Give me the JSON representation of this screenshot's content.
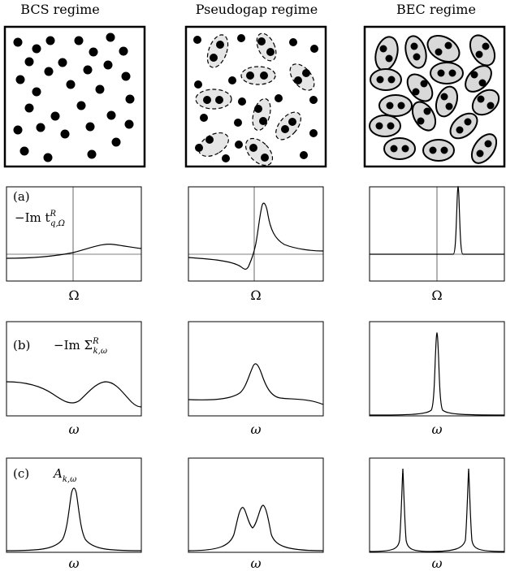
{
  "titles": [
    "BCS regime",
    "Pseudogap regime",
    "BEC regime"
  ],
  "row_labels": {
    "a": "(a)",
    "a_expr": "−Im t",
    "a_sup": "R",
    "a_sub": "q,Ω",
    "b": "(b)",
    "b_expr": "−Im Σ",
    "b_sup": "R",
    "b_sub": "k,ω",
    "c": "(c)",
    "c_expr": "A",
    "c_sub": "k,ω"
  },
  "xlabels": {
    "row_a": "Ω",
    "row_b": "ω",
    "row_c": "ω"
  }
}
